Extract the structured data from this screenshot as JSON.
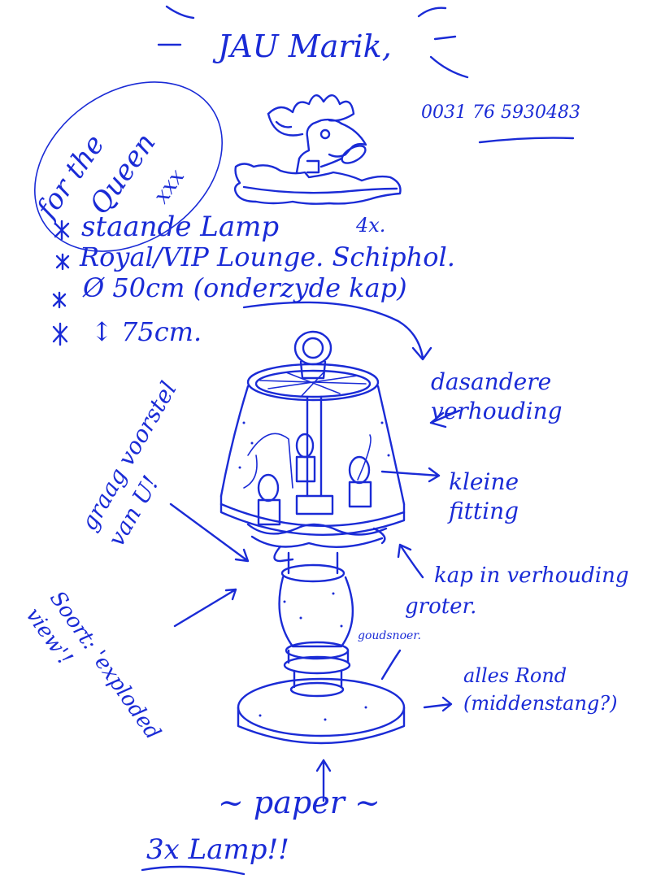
{
  "colors": {
    "ink": "#1a2bd6",
    "paper": "#ffffff"
  },
  "header": {
    "greeting": "JAU Marik,",
    "phone": "0031 76 5930483"
  },
  "dedication": {
    "line1": "for the",
    "line2": "Queen",
    "kisses": "xxx"
  },
  "specs": {
    "items": [
      {
        "bullet": "✱",
        "text": "staande Lamp"
      },
      {
        "bullet": "✱",
        "text": "Royal/VIP Lounge. Schiphol."
      },
      {
        "bullet": "✱",
        "text": "Ø 50cm (onderzyde kap)"
      },
      {
        "bullet": "✱",
        "text": "↕ 75cm."
      }
    ],
    "quantity": "4x."
  },
  "notes": {
    "proportion": "dasandere verhouding",
    "fitting": "kleine fitting",
    "shade": "kap in verhouding groter.",
    "cord": "goudsnoer.",
    "round": "alles Rond (middenstang?)",
    "suggestion": "graag voorstel van U!",
    "exploded": "Soort: 'exploded view'!",
    "paper": "~ paper ~",
    "count": "3x Lamp!!"
  },
  "icons": [
    "ornament-icon",
    "lamp-sketch-icon",
    "arrow-icon",
    "oval-circle-icon"
  ]
}
